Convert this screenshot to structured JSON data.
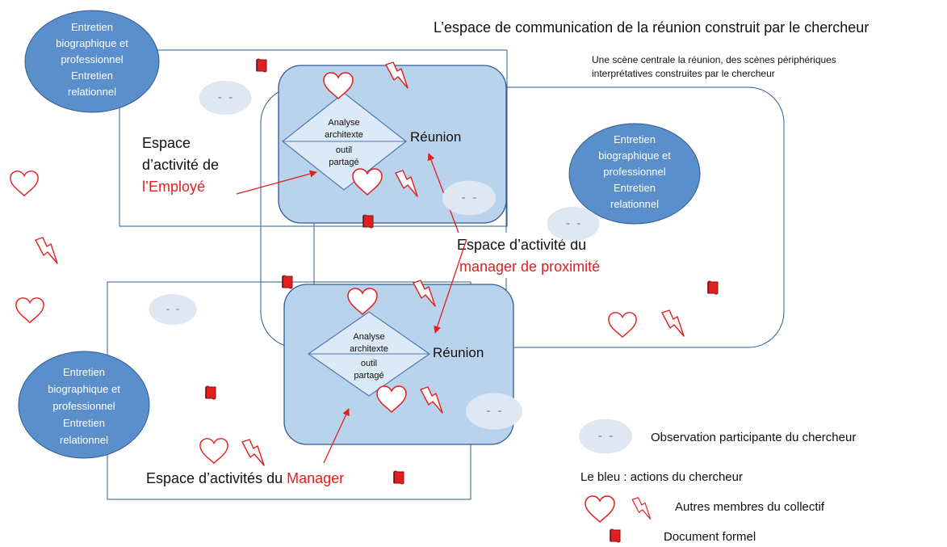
{
  "title": "L’espace de communication de la réunion construit par le chercheur",
  "subtitle_line1": "Une scène centrale la réunion, des scènes périphériques",
  "subtitle_line2": "interprétatives construites par le chercheur",
  "interview_line1": "Entretien",
  "interview_line2": "biographique et",
  "interview_line3": "professionnel",
  "interview_line4": "Entretien",
  "interview_line5": "relationnel",
  "diamond_line1": "Analyse",
  "diamond_line2": "architexte",
  "diamond_line3": "outil",
  "diamond_line4": "partagé",
  "meeting_label": "Réunion",
  "employee_space": {
    "line1": "Espace",
    "line2": "d’activité de",
    "line3": "l’Employé"
  },
  "local_manager_space": {
    "line1": "Espace d’activité du",
    "line2": "manager de proximité"
  },
  "manager_space": {
    "prefix": "Espace d’activités du ",
    "highlight": "Manager"
  },
  "legend": {
    "observation": "Observation  participante du chercheur",
    "blue": "Le bleu : actions du chercheur",
    "members": "Autres membres du collectif",
    "document": "Document formel"
  },
  "colors": {
    "ellipse_fill": "#5b8fcb",
    "meeting_fill": "#b9d3ec",
    "meeting_stroke": "#2f5b94",
    "diamond_fill": "#dce9f6",
    "observation_fill": "#dfe7f3",
    "red": "#e02020",
    "line": "#2f5b94"
  }
}
